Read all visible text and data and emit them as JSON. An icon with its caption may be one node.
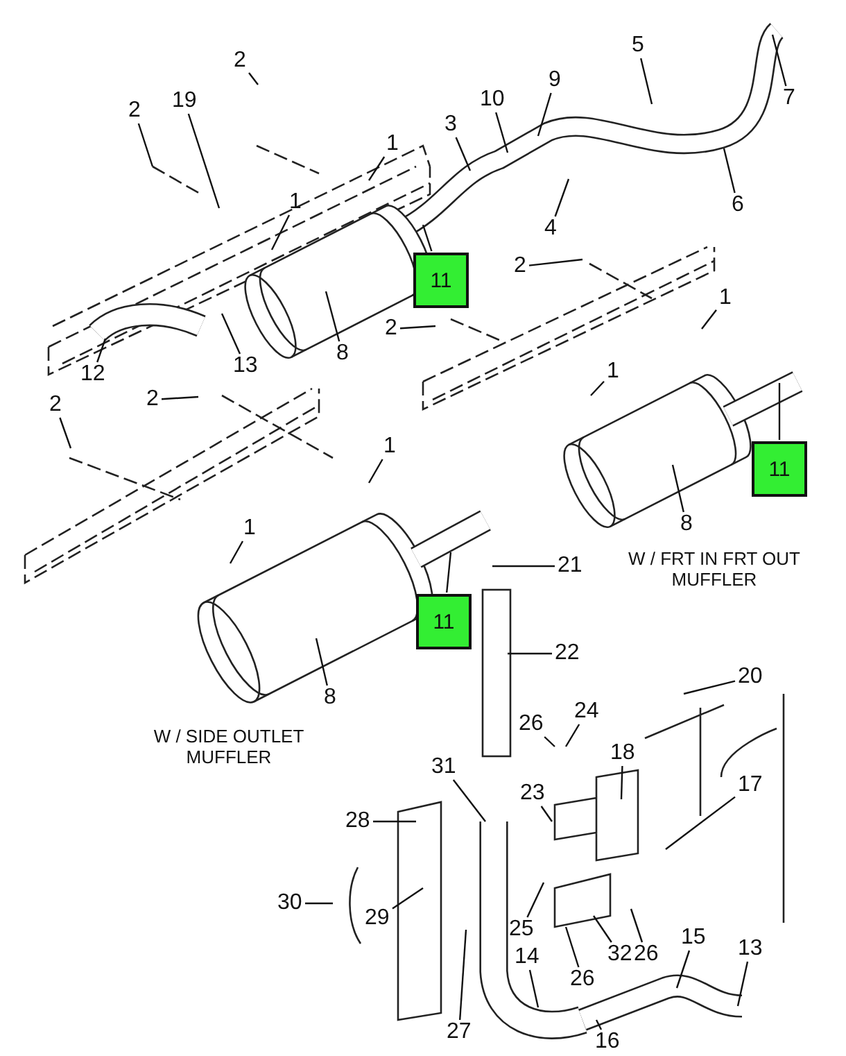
{
  "diagram": {
    "nodes": [
      {
        "text": [
          "2"
        ]
      },
      {
        "text": [
          "2"
        ]
      },
      {
        "text": [
          "19"
        ]
      },
      {
        "text": [
          "1"
        ]
      },
      {
        "text": [
          "1"
        ]
      },
      {
        "text": [
          "3"
        ]
      },
      {
        "text": [
          "10"
        ]
      },
      {
        "text": [
          "9"
        ]
      },
      {
        "text": [
          "5"
        ]
      },
      {
        "text": [
          "7"
        ]
      },
      {
        "text": [
          "6"
        ]
      },
      {
        "text": [
          "4"
        ]
      },
      {
        "text": [
          "11"
        ]
      },
      {
        "text": [
          "2"
        ]
      },
      {
        "text": [
          "8"
        ]
      },
      {
        "text": [
          "2"
        ]
      },
      {
        "text": [
          "1"
        ]
      },
      {
        "text": [
          "13"
        ]
      },
      {
        "text": [
          "12"
        ]
      },
      {
        "text": [
          "2"
        ]
      },
      {
        "text": [
          "2"
        ]
      },
      {
        "text": [
          "1"
        ]
      },
      {
        "text": [
          "1"
        ]
      },
      {
        "text": [
          "11"
        ]
      },
      {
        "text": [
          "8"
        ]
      },
      {
        "text": [
          "1"
        ]
      },
      {
        "text": [
          "21"
        ]
      },
      {
        "text": [
          "11"
        ]
      },
      {
        "text": [
          "8"
        ]
      },
      {
        "text": [
          "22"
        ]
      },
      {
        "text": [
          "20"
        ]
      },
      {
        "text": [
          "24"
        ]
      },
      {
        "text": [
          "26"
        ]
      },
      {
        "text": [
          "18"
        ]
      },
      {
        "text": [
          "31"
        ]
      },
      {
        "text": [
          "23"
        ]
      },
      {
        "text": [
          "17"
        ]
      },
      {
        "text": [
          "28"
        ]
      },
      {
        "text": [
          "30"
        ]
      },
      {
        "text": [
          "29"
        ]
      },
      {
        "text": [
          "25"
        ]
      },
      {
        "text": [
          "26"
        ]
      },
      {
        "text": [
          "32"
        ]
      },
      {
        "text": [
          "26"
        ]
      },
      {
        "text": [
          "14"
        ]
      },
      {
        "text": [
          "15"
        ]
      },
      {
        "text": [
          "13"
        ]
      },
      {
        "text": [
          "27"
        ]
      },
      {
        "text": [
          "16"
        ]
      }
    ],
    "edges": [
      {
        "from": 0,
        "to": null,
        "arrow": "none"
      },
      {
        "from": 1,
        "to": null,
        "arrow": "none"
      },
      {
        "from": 2,
        "to": null,
        "arrow": "none"
      },
      {
        "from": 3,
        "to": null,
        "arrow": "none"
      },
      {
        "from": 4,
        "to": null,
        "arrow": "none"
      },
      {
        "from": 5,
        "to": null,
        "arrow": "none"
      },
      {
        "from": 6,
        "to": null,
        "arrow": "none"
      },
      {
        "from": 7,
        "to": null,
        "arrow": "none"
      },
      {
        "from": 8,
        "to": null,
        "arrow": "none"
      },
      {
        "from": 9,
        "to": null,
        "arrow": "none"
      },
      {
        "from": 10,
        "to": null,
        "arrow": "none"
      },
      {
        "from": 11,
        "to": null,
        "arrow": "none"
      },
      {
        "from": 12,
        "to": null,
        "arrow": "none"
      },
      {
        "from": 13,
        "to": null,
        "arrow": "none"
      },
      {
        "from": 14,
        "to": null,
        "arrow": "none"
      },
      {
        "from": 15,
        "to": null,
        "arrow": "none"
      },
      {
        "from": 16,
        "to": null,
        "arrow": "none"
      },
      {
        "from": 17,
        "to": null,
        "arrow": "none"
      },
      {
        "from": 18,
        "to": null,
        "arrow": "none"
      },
      {
        "from": 19,
        "to": null,
        "arrow": "none"
      },
      {
        "from": 20,
        "to": null,
        "arrow": "none"
      },
      {
        "from": 21,
        "to": null,
        "arrow": "none"
      },
      {
        "from": 22,
        "to": null,
        "arrow": "none"
      },
      {
        "from": 23,
        "to": null,
        "arrow": "none"
      },
      {
        "from": 24,
        "to": null,
        "arrow": "none"
      },
      {
        "from": 25,
        "to": null,
        "arrow": "none"
      },
      {
        "from": 26,
        "to": null,
        "arrow": "none"
      },
      {
        "from": 27,
        "to": null,
        "arrow": "none"
      },
      {
        "from": 28,
        "to": null,
        "arrow": "none"
      },
      {
        "from": 29,
        "to": null,
        "arrow": "none"
      },
      {
        "from": 30,
        "to": null,
        "arrow": "none"
      },
      {
        "from": 31,
        "to": null,
        "arrow": "none"
      },
      {
        "from": 32,
        "to": null,
        "arrow": "none"
      },
      {
        "from": 33,
        "to": null,
        "arrow": "none"
      },
      {
        "from": 34,
        "to": null,
        "arrow": "none"
      },
      {
        "from": 35,
        "to": null,
        "arrow": "none"
      },
      {
        "from": 36,
        "to": null,
        "arrow": "none"
      },
      {
        "from": 37,
        "to": null,
        "arrow": "none"
      },
      {
        "from": 38,
        "to": null,
        "arrow": "none"
      },
      {
        "from": 39,
        "to": null,
        "arrow": "none"
      },
      {
        "from": 40,
        "to": null,
        "arrow": "none"
      },
      {
        "from": 41,
        "to": null,
        "arrow": "none"
      },
      {
        "from": 42,
        "to": null,
        "arrow": "none"
      },
      {
        "from": 43,
        "to": null,
        "arrow": "none"
      },
      {
        "from": 44,
        "to": null,
        "arrow": "none"
      },
      {
        "from": 45,
        "to": null,
        "arrow": "none"
      },
      {
        "from": 46,
        "to": null,
        "arrow": "none"
      },
      {
        "from": 47,
        "to": null,
        "arrow": "none"
      },
      {
        "from": 48,
        "to": null,
        "arrow": "none"
      }
    ],
    "labels": [
      "W / FRT IN FRT OUT MUFFLER",
      "W / SIDE OUTLET MUFFLER"
    ]
  }
}
